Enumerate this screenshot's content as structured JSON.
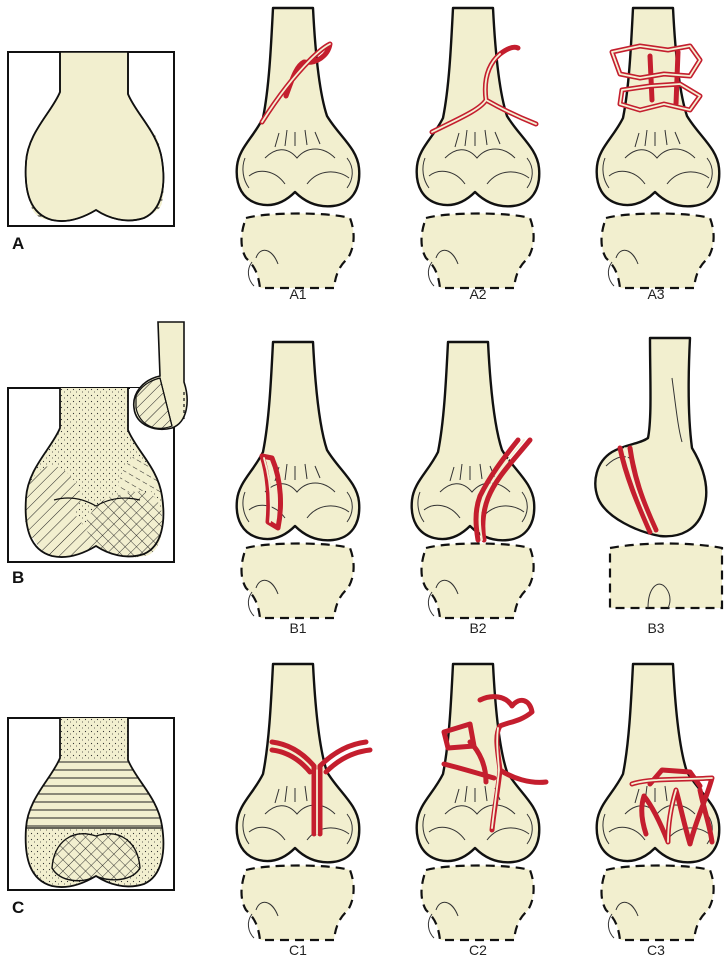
{
  "rows": [
    {
      "letter": "A",
      "panels": [
        "A1",
        "A2",
        "A3"
      ]
    },
    {
      "letter": "B",
      "panels": [
        "B1",
        "B2",
        "B3"
      ]
    },
    {
      "letter": "C",
      "panels": [
        "C1",
        "C2",
        "C3"
      ]
    }
  ],
  "colors": {
    "bone_fill": "#f2efcf",
    "fracture_line": "#c41e2e",
    "outline": "#111111"
  }
}
